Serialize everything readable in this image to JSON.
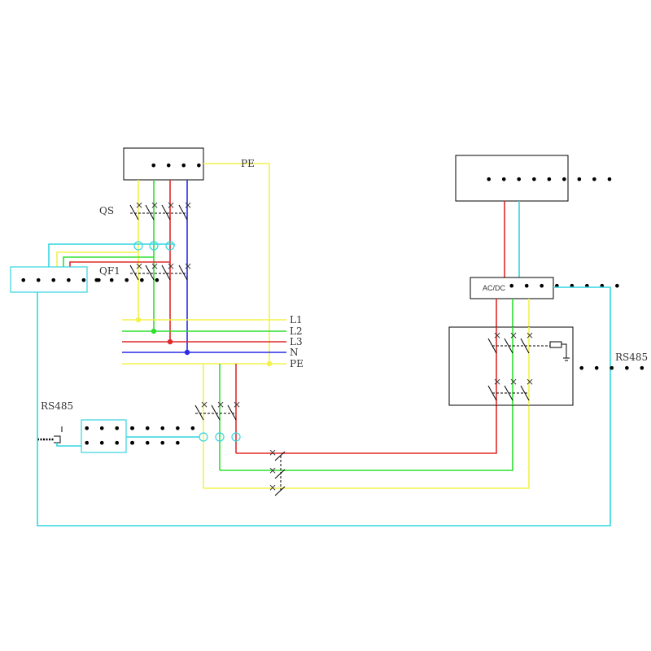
{
  "colors": {
    "yellow": "#f2f24a",
    "green": "#2ee02e",
    "red": "#e02a2a",
    "blue": "#2a2ae8",
    "cyan": "#33d6e0",
    "black": "#000000"
  },
  "labels": {
    "pe_top": "PE",
    "qs": "QS",
    "qf1": "QF1",
    "bus_l1": "L1",
    "bus_l2": "L2",
    "bus_l3": "L3",
    "bus_n": "N",
    "bus_pe": "PE",
    "rs485_left": "RS485",
    "rs485_right": "RS485",
    "acdc": "AC/DC"
  },
  "dots": {
    "top_box": "• • • •",
    "right_top_box": "• • • • • • • • •",
    "left_meter": "• • • • • •",
    "left_meter_ext": "• • • • •",
    "acdc_ext": "• • • • • • • •",
    "right_panel_ext": "• • • • • •",
    "rs485_module_top": "• • • •",
    "rs485_module_top_ext": "• • • • •",
    "rs485_module_bottom": "• • • •",
    "rs485_module_bottom_ext": "• • • •"
  }
}
